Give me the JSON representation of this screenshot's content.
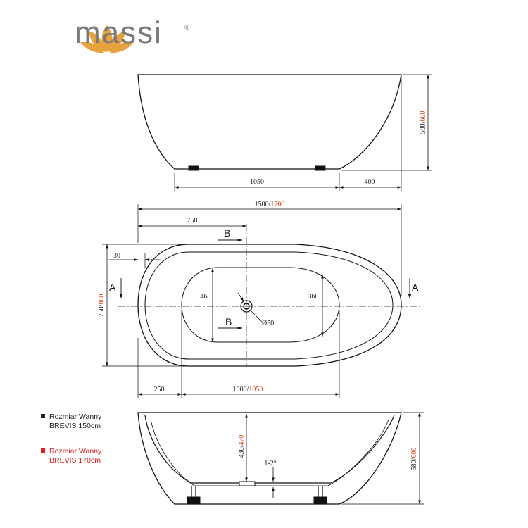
{
  "brand": {
    "name": "massi",
    "registered": "®",
    "logo_color": "#e6a23c"
  },
  "colors": {
    "line": "#111111",
    "red": "#e03a12",
    "legend_black": "#222222",
    "legend_red": "#e02020"
  },
  "side_view": {
    "length_1050": "1050",
    "length_400": "400",
    "height_black": "580",
    "height_red": "600"
  },
  "top_view": {
    "overall_black": "1500",
    "overall_red": "1700",
    "half_750": "750",
    "rim_30": "30",
    "width_black": "750",
    "width_red": "800",
    "inner_width_460": "460",
    "inner_width_360": "360",
    "drain": "Ø50",
    "offset_250": "250",
    "inner_len_black": "1000",
    "inner_len_red": "1050",
    "section_a": "A",
    "section_b": "B"
  },
  "section_view": {
    "depth_black": "430",
    "depth_red": "470",
    "slope": "1-2°",
    "height_black": "580",
    "height_red": "600"
  },
  "legend": {
    "item1_line1": "Rozmiar Wanny",
    "item1_line2": "BREVIS 150cm",
    "item2_line1": "Rozmiar Wanny",
    "item2_line2": "BREVIS 170cm"
  }
}
